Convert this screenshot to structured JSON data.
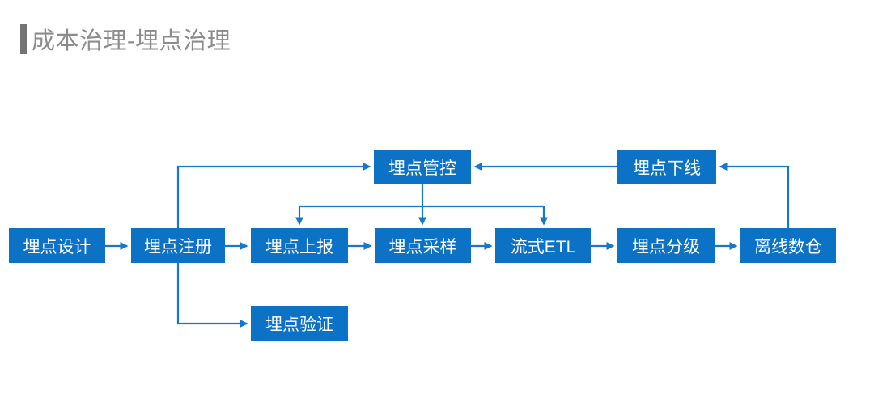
{
  "page": {
    "background": "#ffffff"
  },
  "header": {
    "title": "成本治理-埋点治理",
    "title_color": "#8c8c8c",
    "accent_bar_color": "#757575"
  },
  "diagram": {
    "type": "flowchart",
    "box_color": "#0c72c6",
    "box_text_color": "#ffffff",
    "connector_color": "#1478cc",
    "nodes": [
      {
        "id": "tracking-design",
        "label": "埋点设计"
      },
      {
        "id": "tracking-register",
        "label": "埋点注册"
      },
      {
        "id": "tracking-report",
        "label": "埋点上报"
      },
      {
        "id": "tracking-sampling",
        "label": "埋点采样"
      },
      {
        "id": "streaming-etl",
        "label": "流式ETL"
      },
      {
        "id": "tracking-grading",
        "label": "埋点分级"
      },
      {
        "id": "offline-warehouse",
        "label": "离线数仓"
      },
      {
        "id": "tracking-control",
        "label": "埋点管控"
      },
      {
        "id": "tracking-offline",
        "label": "埋点下线"
      },
      {
        "id": "tracking-verification",
        "label": "埋点验证"
      }
    ],
    "edges": [
      {
        "from": "埋点设计",
        "to": "埋点注册"
      },
      {
        "from": "埋点注册",
        "to": "埋点上报"
      },
      {
        "from": "埋点上报",
        "to": "埋点采样"
      },
      {
        "from": "埋点采样",
        "to": "流式ETL"
      },
      {
        "from": "流式ETL",
        "to": "埋点分级"
      },
      {
        "from": "埋点分级",
        "to": "离线数仓"
      },
      {
        "from": "埋点注册",
        "to": "埋点管控"
      },
      {
        "from": "埋点注册",
        "to": "埋点验证"
      },
      {
        "from": "埋点管控",
        "to": "埋点上报"
      },
      {
        "from": "埋点管控",
        "to": "埋点采样"
      },
      {
        "from": "埋点管控",
        "to": "流式ETL"
      },
      {
        "from": "离线数仓",
        "to": "埋点下线"
      },
      {
        "from": "埋点下线",
        "to": "埋点管控"
      }
    ]
  }
}
